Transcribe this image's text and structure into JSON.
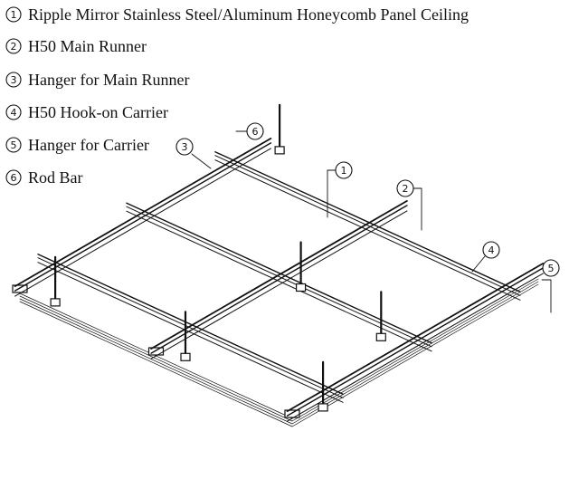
{
  "legend": [
    {
      "num": "1",
      "text": "Ripple Mirror Stainless Steel/Aluminum Honeycomb Panel Ceiling"
    },
    {
      "num": "2",
      "text": "H50 Main Runner"
    },
    {
      "num": "3",
      "text": "Hanger for Main Runner"
    },
    {
      "num": "4",
      "text": "H50 Hook-on Carrier"
    },
    {
      "num": "5",
      "text": "Hanger for Carrier"
    },
    {
      "num": "6",
      "text": "Rod Bar"
    }
  ],
  "callouts": [
    "6",
    "3",
    "1",
    "2",
    "4",
    "5"
  ],
  "line_color": "#111111"
}
